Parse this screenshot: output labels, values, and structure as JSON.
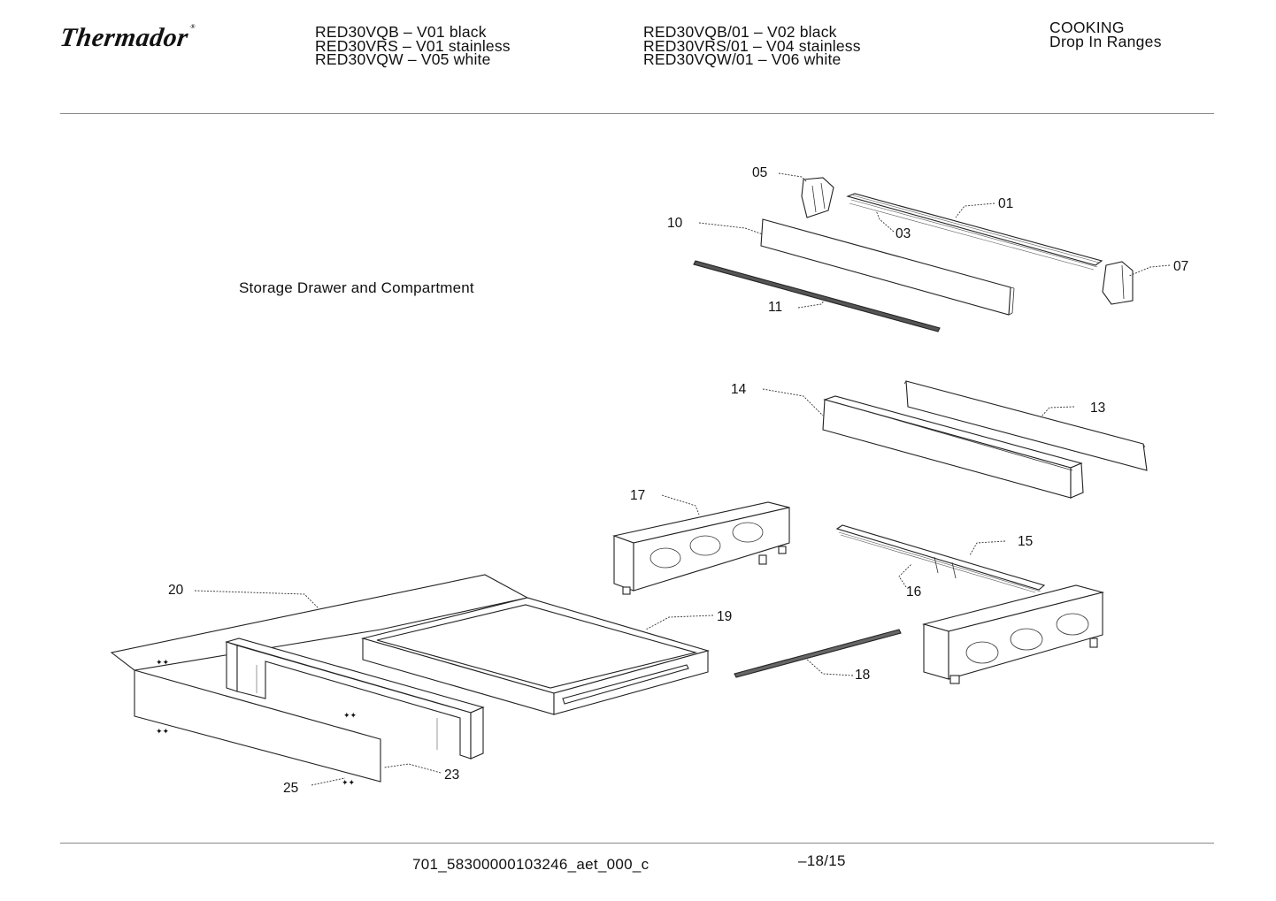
{
  "header": {
    "brand": "Thermador",
    "brand_mark": "®",
    "models_left": [
      "RED30VQB – V01 black",
      "RED30VRS – V01 stainless",
      "RED30VQW – V05 white"
    ],
    "models_right": [
      "RED30VQB/01 – V02 black",
      "RED30VRS/01 – V04 stainless",
      "RED30VQW/01 – V06 white"
    ],
    "category": "COOKING",
    "subcategory": "Drop In Ranges"
  },
  "diagram": {
    "title": "Storage Drawer and Compartment",
    "part_labels": [
      "01",
      "03",
      "05",
      "07",
      "10",
      "11",
      "13",
      "14",
      "15",
      "16",
      "17",
      "18",
      "19",
      "20",
      "23",
      "25"
    ]
  },
  "footer": {
    "document_code": "701_58300000103246_aet_000_c",
    "page": "–18/15"
  }
}
